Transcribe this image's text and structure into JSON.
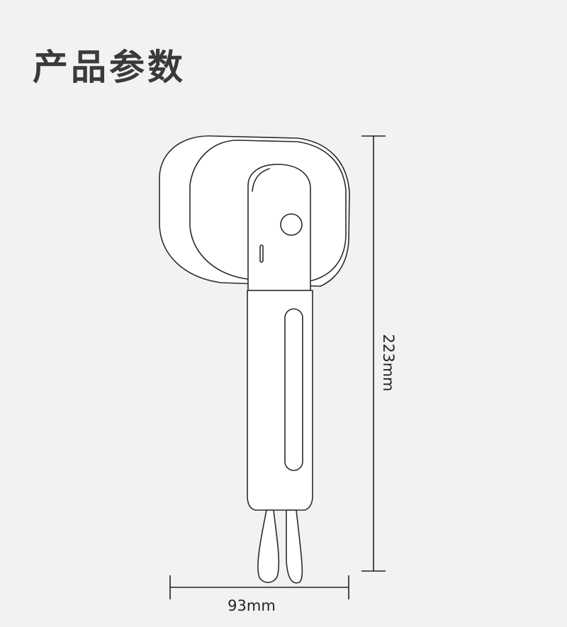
{
  "title": "产品参数",
  "dimensions": {
    "height_label": "223mm",
    "width_label": "93mm"
  },
  "colors": {
    "background": "#f2f2f2",
    "line": "#2b2b2b",
    "title": "#3a3a3a"
  }
}
